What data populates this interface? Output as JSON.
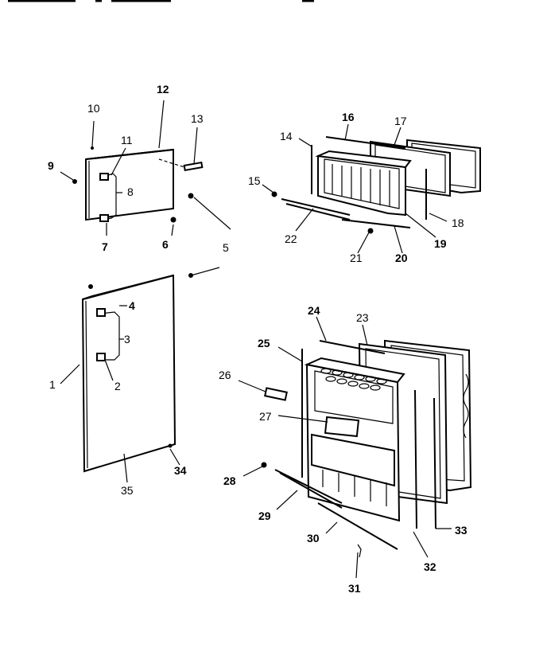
{
  "callouts": [
    {
      "id": "c1",
      "text": "1"
    },
    {
      "id": "c2",
      "text": "2"
    },
    {
      "id": "c3",
      "text": "3"
    },
    {
      "id": "c4",
      "text": "4"
    },
    {
      "id": "c5",
      "text": "5"
    },
    {
      "id": "c6",
      "text": "6"
    },
    {
      "id": "c7",
      "text": "7"
    },
    {
      "id": "c8",
      "text": "8"
    },
    {
      "id": "c9",
      "text": "9"
    },
    {
      "id": "c10",
      "text": "10"
    },
    {
      "id": "c11",
      "text": "11"
    },
    {
      "id": "c12",
      "text": "12"
    },
    {
      "id": "c13",
      "text": "13"
    },
    {
      "id": "c14",
      "text": "14"
    },
    {
      "id": "c15",
      "text": "15"
    },
    {
      "id": "c16",
      "text": "16"
    },
    {
      "id": "c17",
      "text": "17"
    },
    {
      "id": "c18",
      "text": "18"
    },
    {
      "id": "c19",
      "text": "19"
    },
    {
      "id": "c20",
      "text": "20"
    },
    {
      "id": "c21",
      "text": "21"
    },
    {
      "id": "c22",
      "text": "22"
    },
    {
      "id": "c23",
      "text": "23"
    },
    {
      "id": "c24",
      "text": "24"
    },
    {
      "id": "c25",
      "text": "25"
    },
    {
      "id": "c26",
      "text": "26"
    },
    {
      "id": "c27",
      "text": "27"
    },
    {
      "id": "c28",
      "text": "28"
    },
    {
      "id": "c29",
      "text": "29"
    },
    {
      "id": "c30",
      "text": "30"
    },
    {
      "id": "c31",
      "text": "31"
    },
    {
      "id": "c32",
      "text": "32"
    },
    {
      "id": "c33",
      "text": "33"
    },
    {
      "id": "c34",
      "text": "34"
    },
    {
      "id": "c35",
      "text": "35"
    }
  ]
}
